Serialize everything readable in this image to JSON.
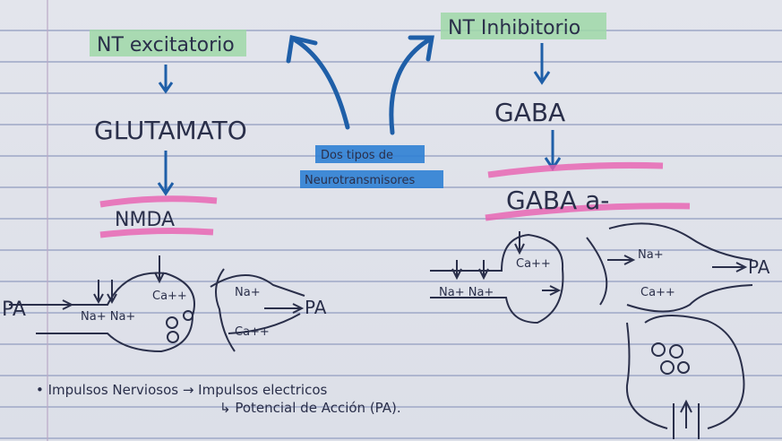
{
  "left_column": {
    "nt_label": "NT excitatorio",
    "neurotransmitter": "GLUTAMATO",
    "receptor": "NMDA",
    "synapse": {
      "pa_in": "PA",
      "ions_in": "Na+ Na+",
      "ca_pre": "Ca++",
      "na_post": "Na+",
      "ca_post": "Ca++",
      "pa_out": "PA"
    }
  },
  "center": {
    "label_line1": "Dos tipos de",
    "label_line2": "Neurotransmisores"
  },
  "right_column": {
    "nt_label": "NT Inhibitorio",
    "neurotransmitter": "GABA",
    "receptor": "GABA a-",
    "synapse": {
      "ca_pre": "Ca++",
      "ions_in": "Na+ Na+",
      "na_post": "Na+",
      "ca_post": "Ca++",
      "pa_out": "PA"
    }
  },
  "notes": {
    "line1": "• Impulsos Nerviosos → Impulsos electricos",
    "line2": "↳ Potencial de Acción (PA)."
  },
  "colors": {
    "ink": "#2a2f4a",
    "blue_ink": "#1f5fa8",
    "green_highlight": "#9fd8a8",
    "pink_highlight": "#e85fb0",
    "blue_highlight": "#2f7fd4"
  }
}
